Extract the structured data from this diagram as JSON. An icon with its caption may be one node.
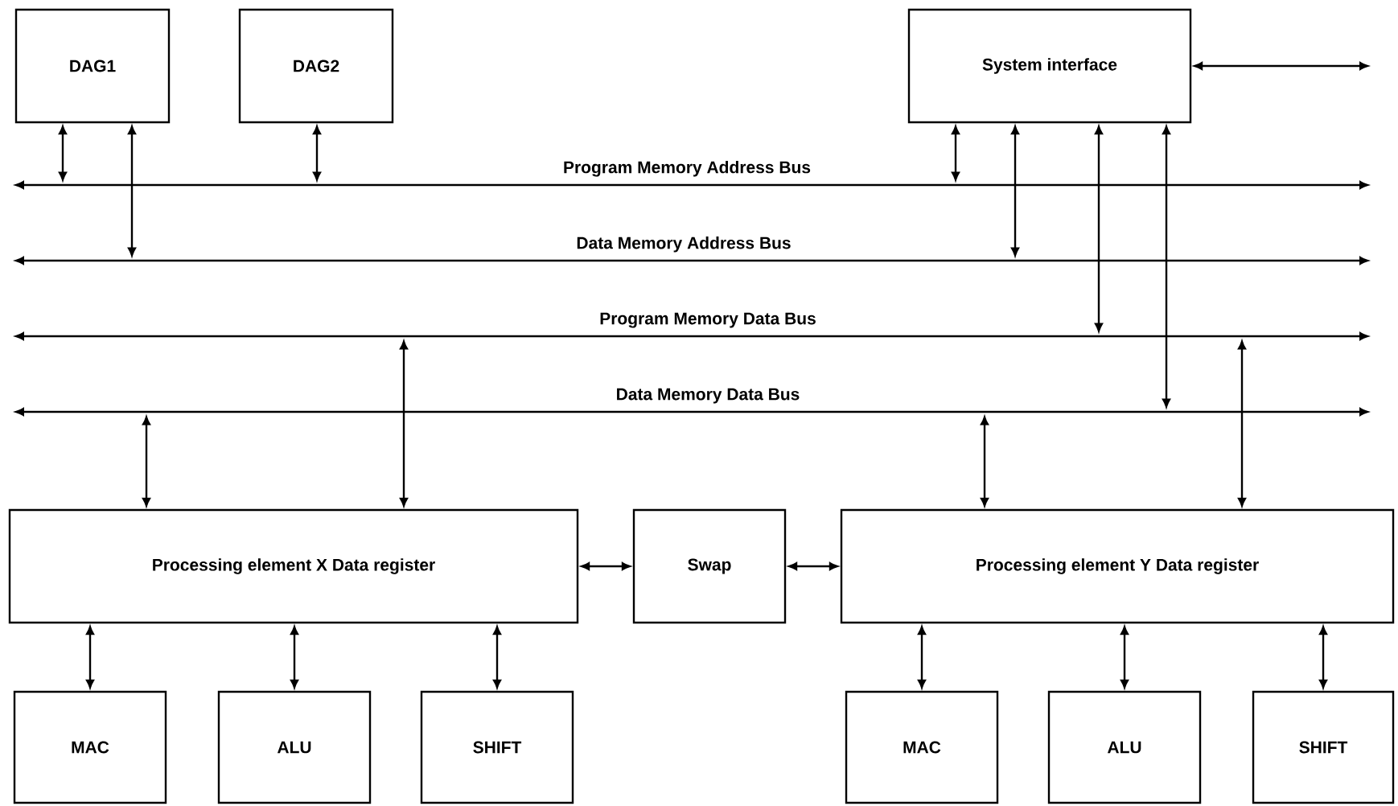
{
  "diagram": {
    "nodes": [
      {
        "text": [
          "DAG1"
        ]
      },
      {
        "text": [
          "DAG2"
        ]
      },
      {
        "text": [
          "System interface"
        ]
      },
      {
        "text": [],
        "shape": "bar",
        "beside": [
          "Program Memory Address Bus"
        ]
      },
      {
        "text": [],
        "shape": "bar",
        "beside": [
          "Data Memory Address Bus"
        ]
      },
      {
        "text": [],
        "shape": "bar",
        "beside": [
          "Program Memory Data Bus"
        ]
      },
      {
        "text": [],
        "shape": "bar",
        "beside": [
          "Data Memory Data Bus"
        ]
      },
      {
        "text": [
          "Processing element X Data register"
        ]
      },
      {
        "text": [
          "Swap"
        ]
      },
      {
        "text": [
          "Processing element Y Data register"
        ]
      },
      {
        "text": [
          "MAC"
        ]
      },
      {
        "text": [
          "ALU"
        ]
      },
      {
        "text": [
          "SHIFT"
        ]
      },
      {
        "text": [
          "MAC"
        ]
      },
      {
        "text": [
          "ALU"
        ]
      },
      {
        "text": [
          "SHIFT"
        ]
      }
    ],
    "edges": [
      {
        "from": 0,
        "to": 3,
        "arrow": "both"
      },
      {
        "from": 0,
        "to": 4,
        "arrow": "both"
      },
      {
        "from": 1,
        "to": 3,
        "arrow": "both"
      },
      {
        "from": 2,
        "to": 3,
        "arrow": "both"
      },
      {
        "from": 2,
        "to": 4,
        "arrow": "both"
      },
      {
        "from": 2,
        "to": 5,
        "arrow": "both"
      },
      {
        "from": 2,
        "to": 6,
        "arrow": "both"
      },
      {
        "from": 2,
        "to": null,
        "arrow": "both"
      },
      {
        "from": 7,
        "to": 6,
        "arrow": "both"
      },
      {
        "from": 7,
        "to": 5,
        "arrow": "both"
      },
      {
        "from": 9,
        "to": 6,
        "arrow": "both"
      },
      {
        "from": 9,
        "to": 5,
        "arrow": "both"
      },
      {
        "from": 7,
        "to": 8,
        "arrow": "both"
      },
      {
        "from": 8,
        "to": 9,
        "arrow": "both"
      },
      {
        "from": 7,
        "to": 10,
        "arrow": "both"
      },
      {
        "from": 7,
        "to": 11,
        "arrow": "both"
      },
      {
        "from": 7,
        "to": 12,
        "arrow": "both"
      },
      {
        "from": 9,
        "to": 13,
        "arrow": "both"
      },
      {
        "from": 9,
        "to": 14,
        "arrow": "both"
      },
      {
        "from": 9,
        "to": 15,
        "arrow": "both"
      }
    ]
  }
}
